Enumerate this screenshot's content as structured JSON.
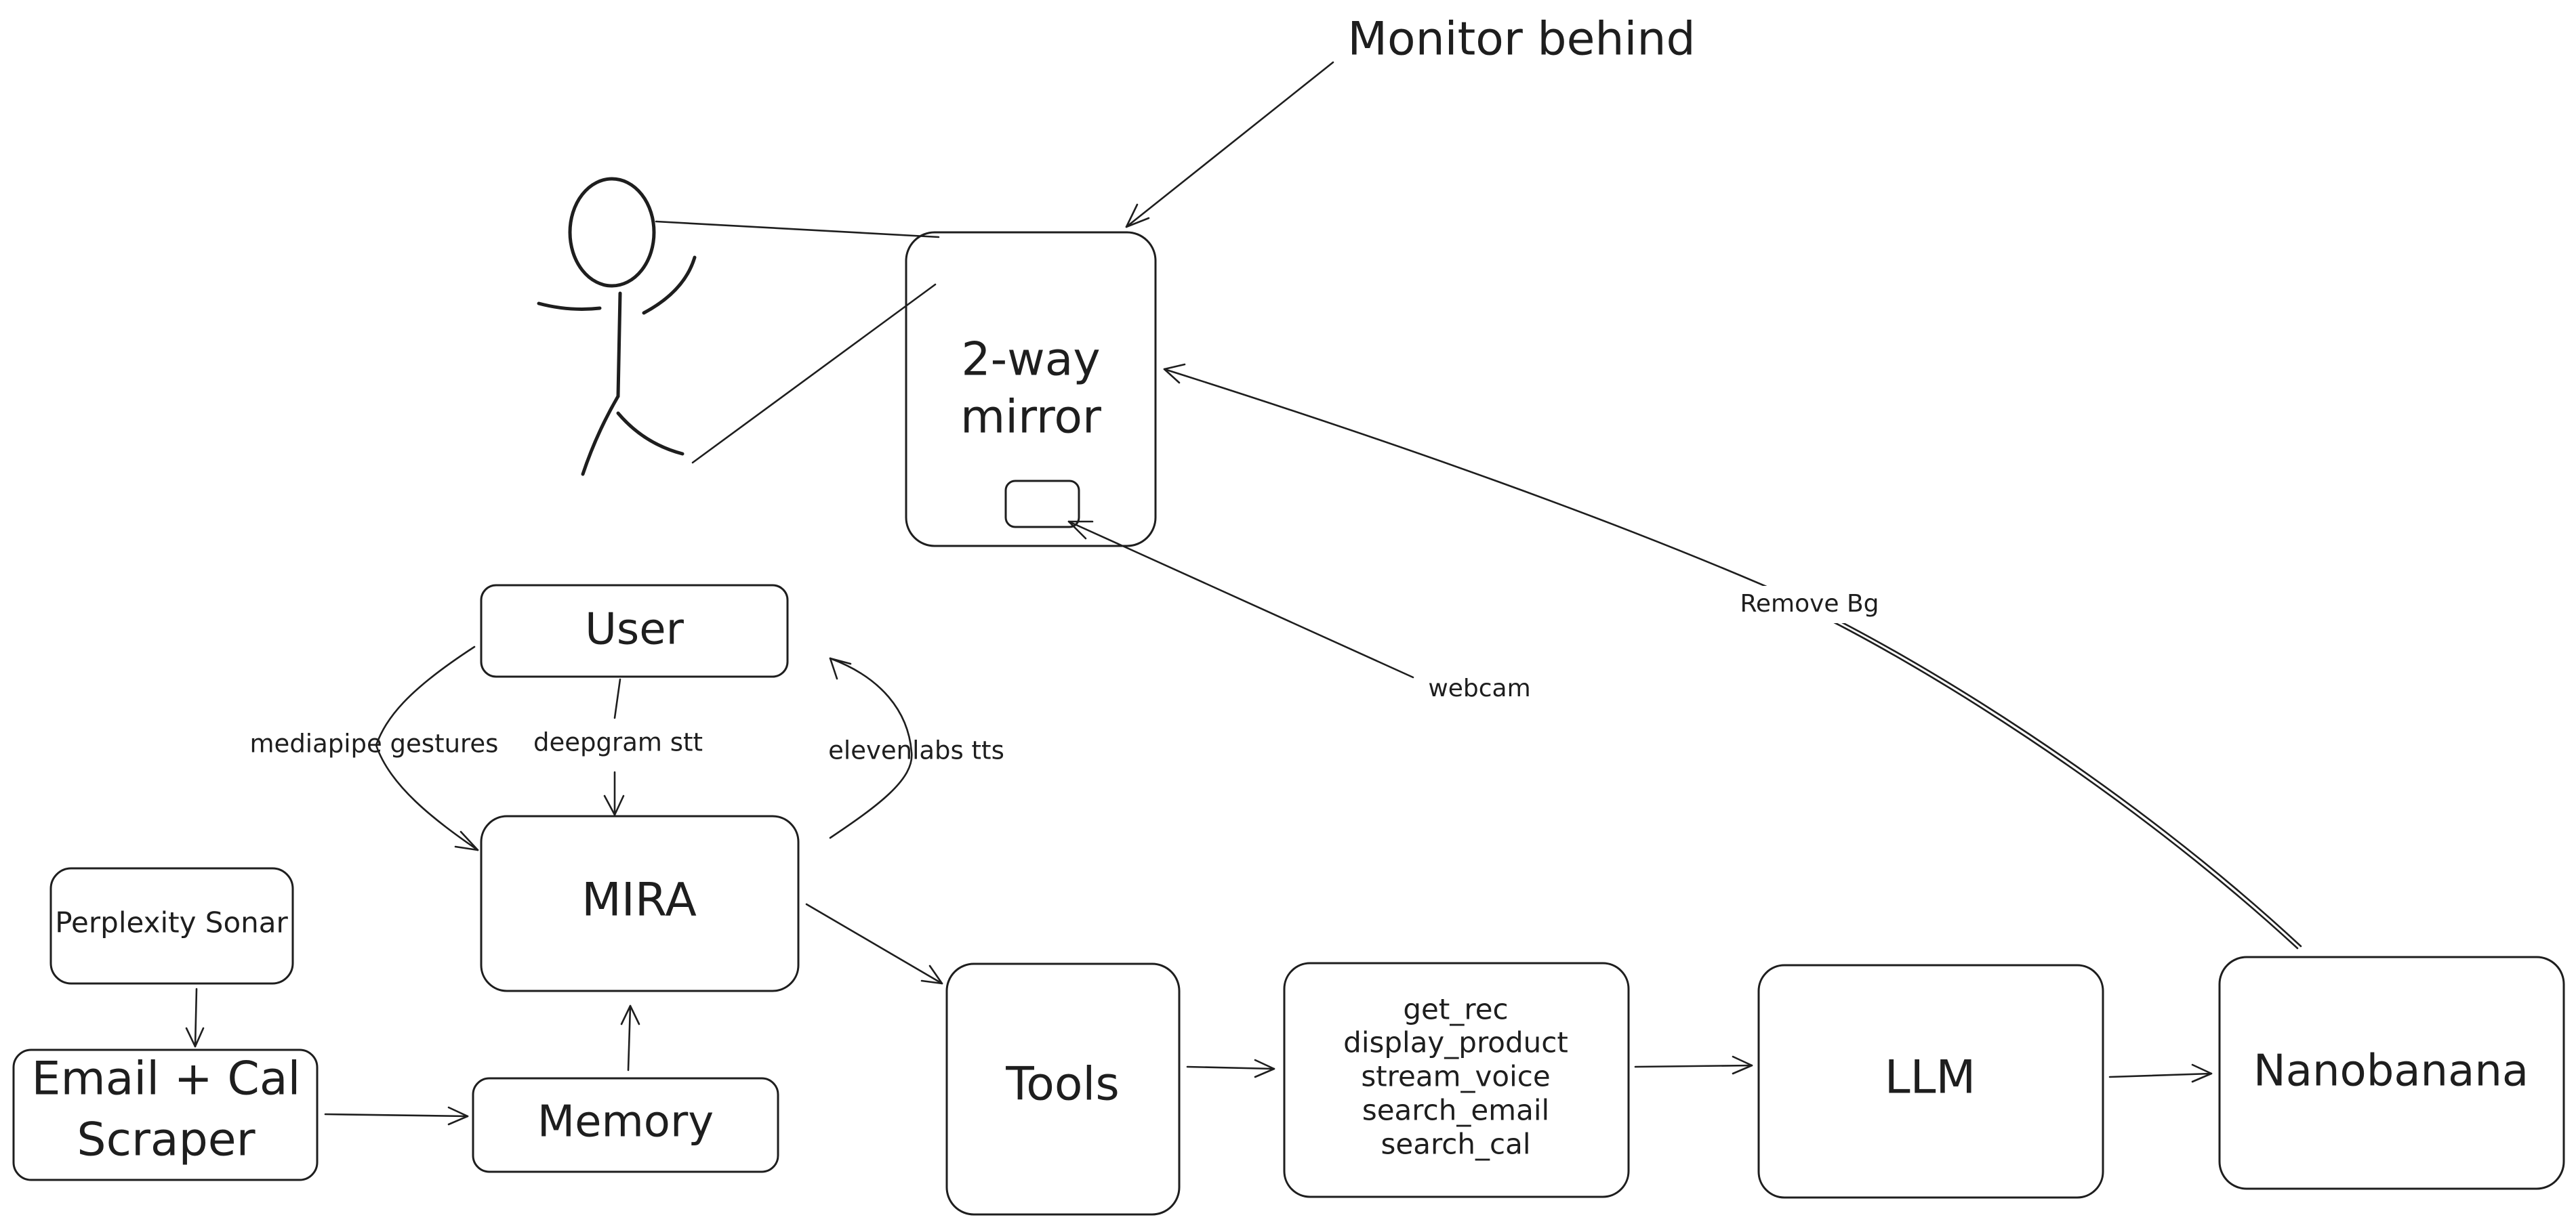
{
  "diagram": {
    "nodes": {
      "mirror": {
        "lines": [
          "2-way",
          "mirror"
        ]
      },
      "user": {
        "label": "User"
      },
      "mira": {
        "label": "MIRA"
      },
      "perplexity": {
        "label": "Perplexity Sonar"
      },
      "scraper": {
        "lines": [
          "Email + Cal",
          "Scraper"
        ]
      },
      "memory": {
        "label": "Memory"
      },
      "tools": {
        "label": "Tools"
      },
      "toolset": {
        "lines": [
          "get_rec",
          "display_product",
          "stream_voice",
          "search_email",
          "search_cal"
        ]
      },
      "llm": {
        "label": "LLM"
      },
      "nanobanana": {
        "label": "Nanobanana"
      }
    },
    "annotations": {
      "monitor": "Monitor behind",
      "webcam": "webcam",
      "remove_bg": "Remove Bg",
      "mediapipe": "mediapipe gestures",
      "deepgram": "deepgram stt",
      "elevenlabs": "elevenlabs tts"
    },
    "edges": [
      {
        "from": "monitor-label",
        "to": "mirror",
        "arrow": true
      },
      {
        "from": "person",
        "to": "mirror",
        "arrow": false
      },
      {
        "from": "webcam-label",
        "to": "mirror-webcam",
        "arrow": true
      },
      {
        "from": "nanobanana",
        "to": "mirror",
        "label": "Remove Bg",
        "arrow": true
      },
      {
        "from": "user",
        "to": "mira",
        "label": "mediapipe gestures",
        "arrow": true
      },
      {
        "from": "user",
        "to": "mira",
        "label": "deepgram stt",
        "arrow": true
      },
      {
        "from": "mira",
        "to": "user",
        "label": "elevenlabs tts",
        "arrow": true
      },
      {
        "from": "perplexity",
        "to": "scraper",
        "arrow": true
      },
      {
        "from": "scraper",
        "to": "memory",
        "arrow": true
      },
      {
        "from": "memory",
        "to": "mira",
        "arrow": true
      },
      {
        "from": "mira",
        "to": "tools",
        "arrow": true
      },
      {
        "from": "tools",
        "to": "toolset",
        "arrow": true
      },
      {
        "from": "toolset",
        "to": "llm",
        "arrow": true
      },
      {
        "from": "llm",
        "to": "nanobanana",
        "arrow": true
      }
    ],
    "stroke_color": "#1e1e1e",
    "background": "#ffffff"
  }
}
